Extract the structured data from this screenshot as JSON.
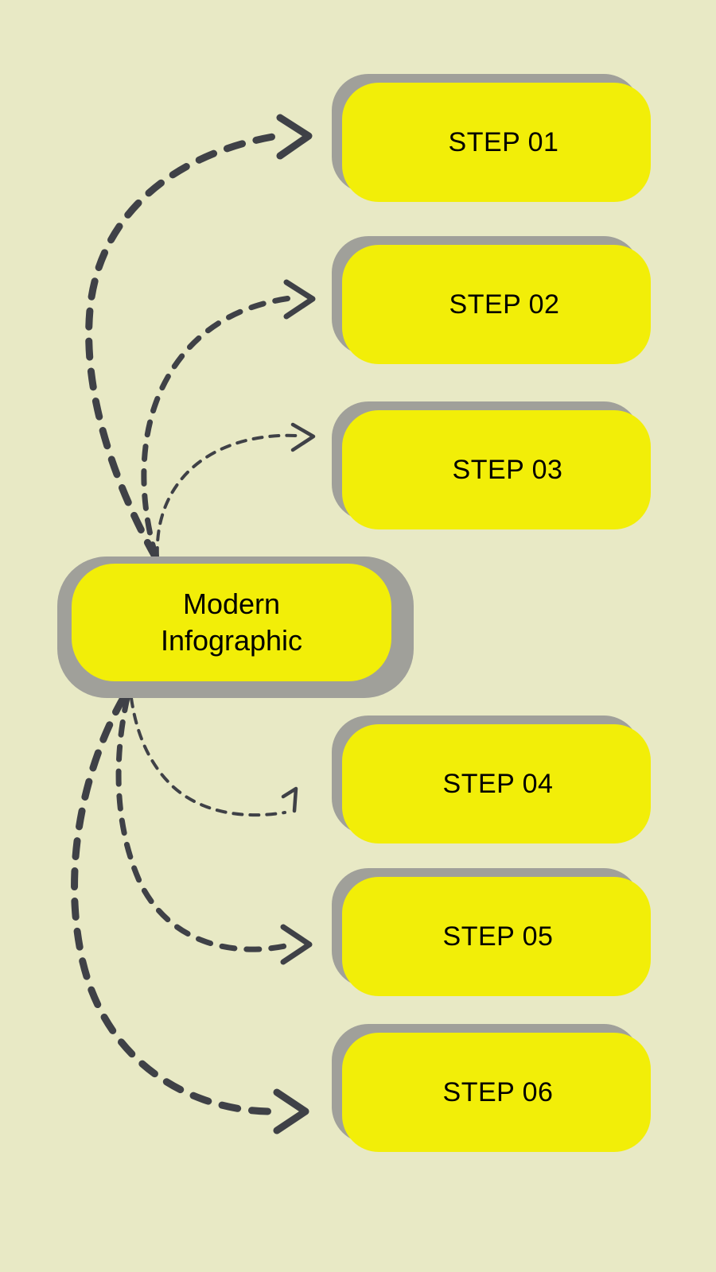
{
  "meta": {
    "background_color": "#e8e9c5",
    "accent_color": "#f2ee08",
    "shadow_color": "#a0a09a",
    "arrow_color": "#3f4147",
    "text_color": "#000000"
  },
  "center": {
    "line1": "Modern",
    "line2": "Infographic"
  },
  "steps": [
    {
      "label": "STEP 01"
    },
    {
      "label": "STEP 02"
    },
    {
      "label": "STEP 03"
    },
    {
      "label": "STEP 04"
    },
    {
      "label": "STEP 05"
    },
    {
      "label": "STEP 06"
    }
  ],
  "connectors": [
    {
      "name": "connector-to-step-01",
      "weight": "thick"
    },
    {
      "name": "connector-to-step-02",
      "weight": "medium"
    },
    {
      "name": "connector-to-step-03",
      "weight": "thin"
    },
    {
      "name": "connector-to-step-04",
      "weight": "thin"
    },
    {
      "name": "connector-to-step-05",
      "weight": "medium"
    },
    {
      "name": "connector-to-step-06",
      "weight": "thick"
    }
  ]
}
